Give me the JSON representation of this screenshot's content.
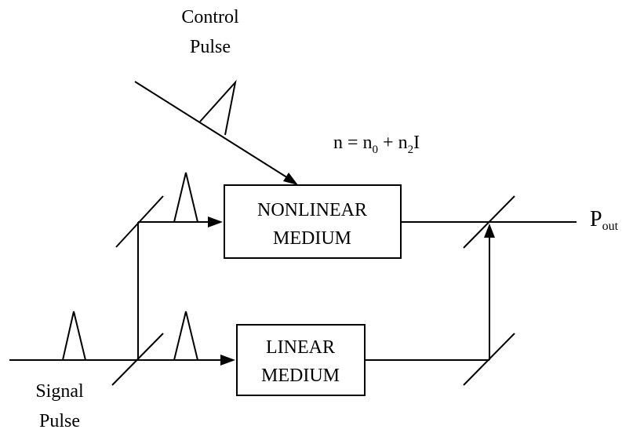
{
  "labels": {
    "control_line1": "Control",
    "control_line2": "Pulse",
    "signal_line1": "Signal",
    "signal_line2": "Pulse",
    "output": "P",
    "output_sub": "out"
  },
  "equation": {
    "lhs": "n = n",
    "sub0": "0",
    "plus": " + n",
    "sub2": "2",
    "tail": "I"
  },
  "boxes": {
    "nonlinear_line1": "NONLINEAR",
    "nonlinear_line2": "MEDIUM",
    "linear_line1": "LINEAR",
    "linear_line2": "MEDIUM"
  }
}
